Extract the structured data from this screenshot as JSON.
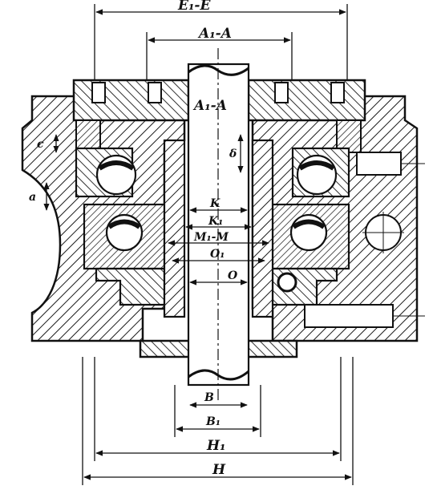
{
  "labels": {
    "e1_e": "E₁-E",
    "a1_a_top": "A₁-A",
    "a1_a_inner": "A₁-A",
    "delta": "δ",
    "k": "K",
    "k1": "K₁",
    "m1_m": "M₁-M",
    "o1": "O₁",
    "o": "O",
    "b": "B",
    "b1": "B₁",
    "h1": "H₁",
    "h": "H",
    "side_a": "a",
    "side_c": "c"
  },
  "colors": {
    "ink": "#111111",
    "paper": "#ffffff",
    "hatch": "#1a1a1a"
  }
}
